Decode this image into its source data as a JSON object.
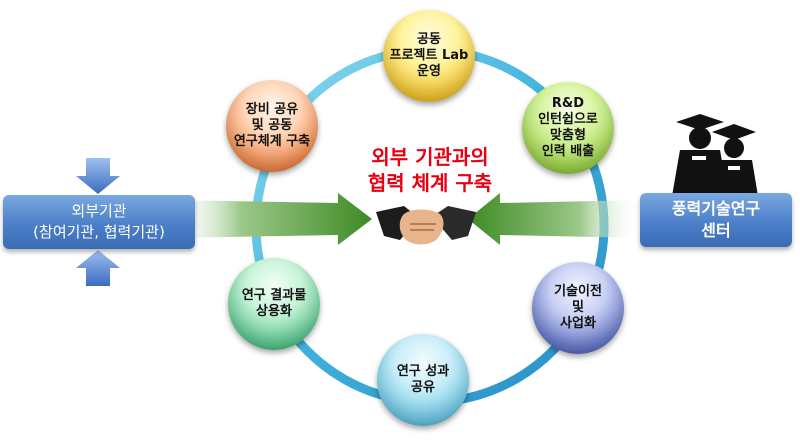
{
  "center": {
    "title_line1": "외부 기관과의",
    "title_line2": "협력 체계 구축"
  },
  "nodes": [
    {
      "text": "공동\n프로젝트 Lab\n운영"
    },
    {
      "text": "R&D\n인턴쉽으로\n맞춤형\n인력 배출"
    },
    {
      "text": "기술이전\n및\n사업화"
    },
    {
      "text": "연구 성과\n공유"
    },
    {
      "text": "연구 결과물\n상용화"
    },
    {
      "text": "장비 공유\n및 공동\n연구체계 구축"
    }
  ],
  "left_box": {
    "line1": "외부기관",
    "line2": "(참여기관, 협력기관)"
  },
  "right_box": {
    "line1": "풍력기술연구",
    "line2": "센터"
  },
  "colors": {
    "title_red": "#e60012",
    "box_blue": "#4b7fc8",
    "ring_start": "#7fd0e8",
    "ring_end": "#2f9ecf",
    "arrow_green": "#4c8c2c"
  },
  "icons": {
    "handshake": "handshake-icon",
    "graduates": "graduates-icon"
  }
}
